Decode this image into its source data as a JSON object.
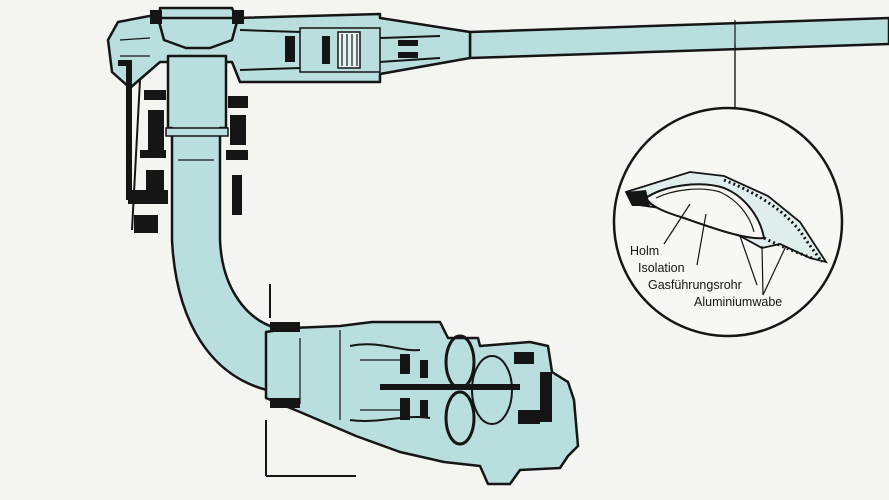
{
  "labels": {
    "holm": "Holm",
    "isolation": "Isolation",
    "gasfuehrungsrohr": "Gasführungsrohr",
    "aluminiumwabe": "Aluminiumwabe"
  },
  "colors": {
    "background": "#f4f4f1",
    "component_fill": "#b8dedd",
    "ink": "#151515"
  }
}
